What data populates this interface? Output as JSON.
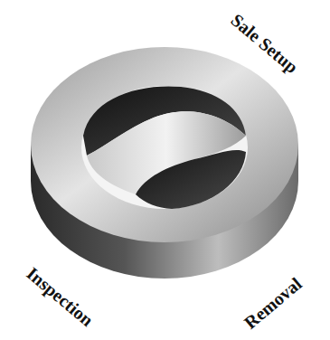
{
  "diagram": {
    "labels": [
      "Sale Setup",
      "Inspection",
      "Removal"
    ]
  }
}
